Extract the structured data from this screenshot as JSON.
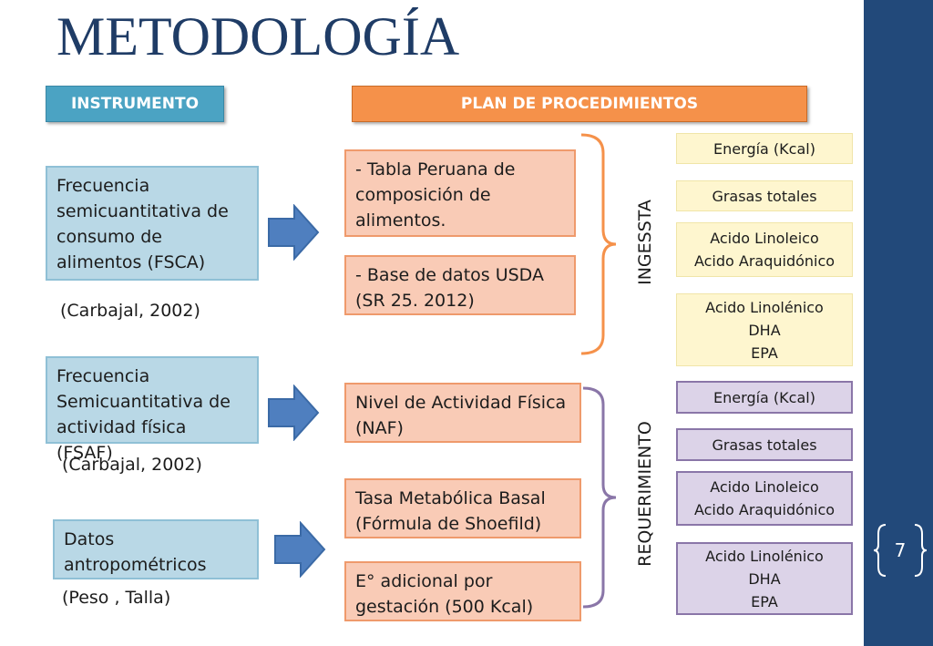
{
  "title": "METODOLOGÍA",
  "headers": {
    "instrument": "INSTRUMENTO",
    "plan": "PLAN DE PROCEDIMIENTOS"
  },
  "instruments": [
    {
      "label": "Frecuencia semicuantitativa de consumo de alimentos (FSCA)",
      "ref": "(Carbajal, 2002)"
    },
    {
      "label": "Frecuencia Semicuantitativa de actividad física (FSAF)",
      "ref": "(Carbajal, 2002)"
    },
    {
      "label": "Datos antropométricos",
      "ref": "(Peso , Talla)"
    }
  ],
  "procedures": [
    "- Tabla Peruana de composición de alimentos.",
    "- Base de datos USDA (SR 25. 2012)",
    "Nivel de Actividad Física (NAF)",
    "Tasa Metabólica Basal (Fórmula de Shoefild)",
    "E° adicional por gestación (500 Kcal)"
  ],
  "groups": {
    "ingesta": "INGESSTA",
    "requerimiento": "REQUERIMIENTO"
  },
  "nutrients_ingesta": [
    [
      "Energía (Kcal)"
    ],
    [
      "Grasas totales"
    ],
    [
      "Acido Linoleico",
      "Acido Araquidónico"
    ],
    [
      "Acido Linolénico",
      "DHA",
      "EPA"
    ]
  ],
  "nutrients_requerimiento": [
    [
      "Energía (Kcal)"
    ],
    [
      "Grasas totales"
    ],
    [
      "Acido Linoleico",
      "Acido Araquidónico"
    ],
    [
      "Acido Linolénico",
      "DHA",
      "EPA"
    ]
  ],
  "page_number": "7",
  "colors": {
    "sidebar": "#22497a",
    "title": "#1f3c66",
    "instrument_header": "#4ba3c3",
    "plan_header": "#f5914a",
    "arrow": "#4f7fbf",
    "ingesta_brace": "#f5914a",
    "requerimiento_brace": "#8a76a8"
  }
}
